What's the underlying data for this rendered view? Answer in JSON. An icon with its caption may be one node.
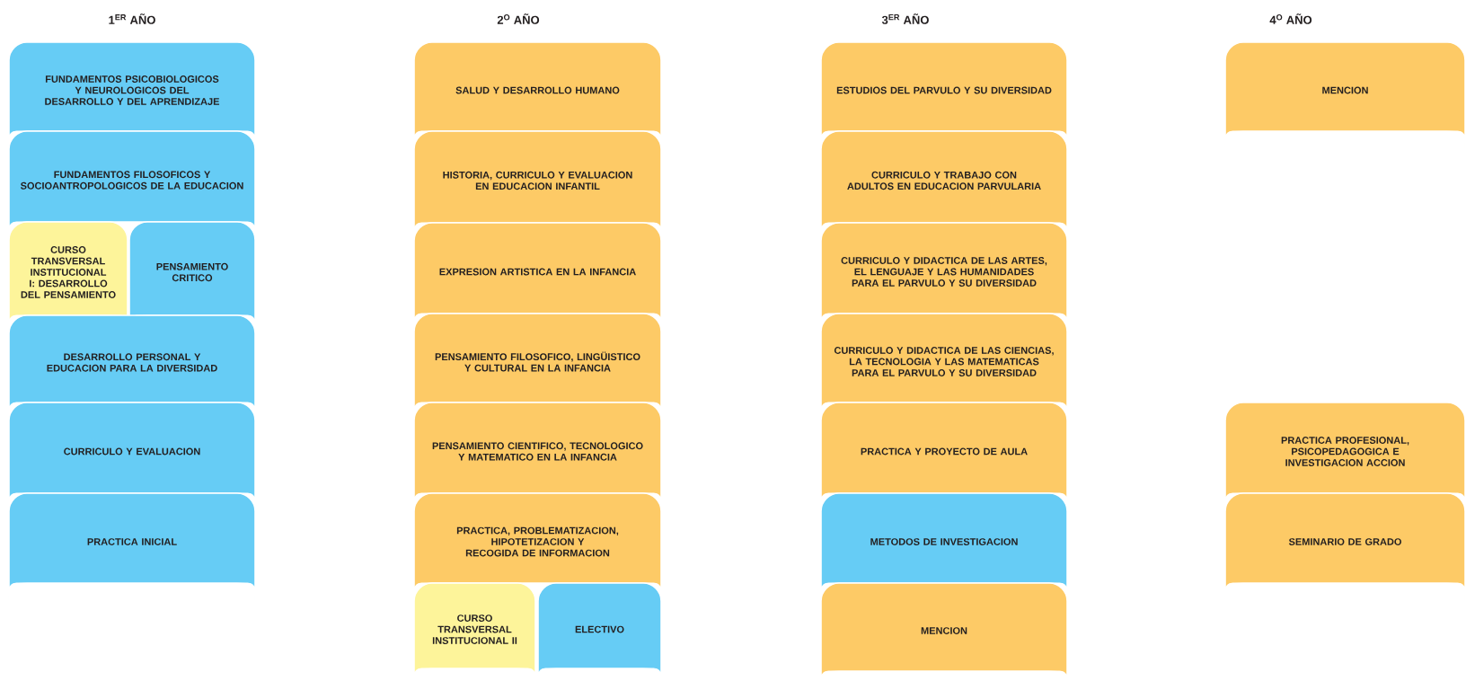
{
  "diagram": {
    "nodes": [
      {
        "text": [
          "FUNDAMENTOS PSICOBIOLOGICOS Y NEUROLOGICOS DEL DESARROLLO Y DEL APRENDIZAJE"
        ]
      },
      {
        "text": [
          "FUNDAMENTOS FILOSOFICOS Y SOCIOANTROPOLOGICOS DE LA EDUCACION"
        ]
      },
      {
        "text": [
          "CURSO TRANSVERSAL INSTITUCIONAL I: DESARROLLO DEL PENSAMIENTO"
        ]
      },
      {
        "text": [
          "PENSAMIENTO CRITICO"
        ]
      },
      {
        "text": [
          "DESARROLLO PERSONAL Y EDUCACION PARA LA DIVERSIDAD"
        ]
      },
      {
        "text": [
          "CURRICULO Y EVALUACION"
        ]
      },
      {
        "text": [
          "PRACTICA INICIAL"
        ]
      },
      {
        "text": [
          "SALUD Y DESARROLLO HUMANO"
        ]
      },
      {
        "text": [
          "HISTORIA, CURRICULO Y EVALUACION EN EDUCACION INFANTIL"
        ]
      },
      {
        "text": [
          "EXPRESION ARTISTICA EN LA INFANCIA"
        ]
      },
      {
        "text": [
          "PENSAMIENTO FILOSOFICO, LINGÜISTICO Y CULTURAL EN LA INFANCIA"
        ]
      },
      {
        "text": [
          "PENSAMIENTO CIENTIFICO, TECNOLOGICO Y MATEMATICO EN LA INFANCIA"
        ]
      },
      {
        "text": [
          "PRACTICA, PROBLEMATIZACION, HIPOTETIZACION Y RECOGIDA DE INFORMACION"
        ]
      },
      {
        "text": [
          "CURSO TRANSVERSAL INSTITUCIONAL II"
        ]
      },
      {
        "text": [
          "ELECTIVO"
        ]
      },
      {
        "text": [
          "ESTUDIOS DEL PARVULO Y SU DIVERSIDAD"
        ]
      },
      {
        "text": [
          "CURRICULO Y TRABAJO CON ADULTOS EN EDUCACION PARVULARIA"
        ]
      },
      {
        "text": [
          "CURRICULO Y DIDACTICA DE LAS ARTES, EL LENGUAJE Y LAS HUMANIDADES PARA EL PARVULO Y SU DIVERSIDAD"
        ]
      },
      {
        "text": [
          "CURRICULO Y DIDACTICA DE LAS CIENCIAS, LA TECNOLOGIA Y LAS MATEMATICAS PARA EL PARVULO Y SU DIVERSIDAD"
        ]
      },
      {
        "text": [
          "PRACTICA Y PROYECTO DE AULA"
        ]
      },
      {
        "text": [
          "METODOS DE INVESTIGACION"
        ]
      },
      {
        "text": [
          "MENCION"
        ]
      },
      {
        "text": [
          "MENCION"
        ]
      },
      {
        "text": [
          "PRACTICA PROFESIONAL, PSICOPEDAGOGICA E INVESTIGACION ACCION"
        ]
      },
      {
        "text": [
          "SEMINARIO DE GRADO"
        ]
      }
    ],
    "labels": [
      "1$^{ER}$ AÑO",
      "2$^{O}$ AÑO",
      "3$^{ER}$ AÑO",
      "4$^{O}$ AÑO"
    ]
  }
}
